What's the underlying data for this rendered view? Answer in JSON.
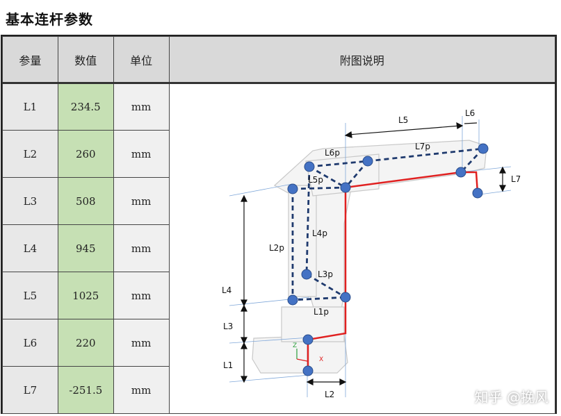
{
  "title": "基本连杆参数",
  "headers": {
    "param": "参量",
    "value": "数值",
    "unit": "单位",
    "figure": "附图说明"
  },
  "rows": [
    {
      "param": "L1",
      "value": "234.5",
      "unit": "mm"
    },
    {
      "param": "L2",
      "value": "260",
      "unit": "mm"
    },
    {
      "param": "L3",
      "value": "508",
      "unit": "mm"
    },
    {
      "param": "L4",
      "value": "945",
      "unit": "mm"
    },
    {
      "param": "L5",
      "value": "1025",
      "unit": "mm"
    },
    {
      "param": "L6",
      "value": "220",
      "unit": "mm"
    },
    {
      "param": "L7",
      "value": "-251.5",
      "unit": "mm"
    }
  ],
  "figure_labels": {
    "L1": "L1",
    "L2": "L2",
    "L3": "L3",
    "L4": "L4",
    "L5": "L5",
    "L6": "L6",
    "L7": "L7",
    "L1p": "L1p",
    "L2p": "L2p",
    "L3p": "L3p",
    "L4p": "L4p",
    "L5p": "L5p",
    "L6p": "L6p",
    "L7p": "L7p",
    "axis_x": "X",
    "axis_z": "Z"
  },
  "watermark": "知乎 @挽风",
  "colors": {
    "value_fill": "#c6e0b4",
    "header_fill": "#d9d9d9",
    "red_link": "#e02020",
    "dashed_link": "#1f3a6e",
    "joint": "#4472c4"
  }
}
